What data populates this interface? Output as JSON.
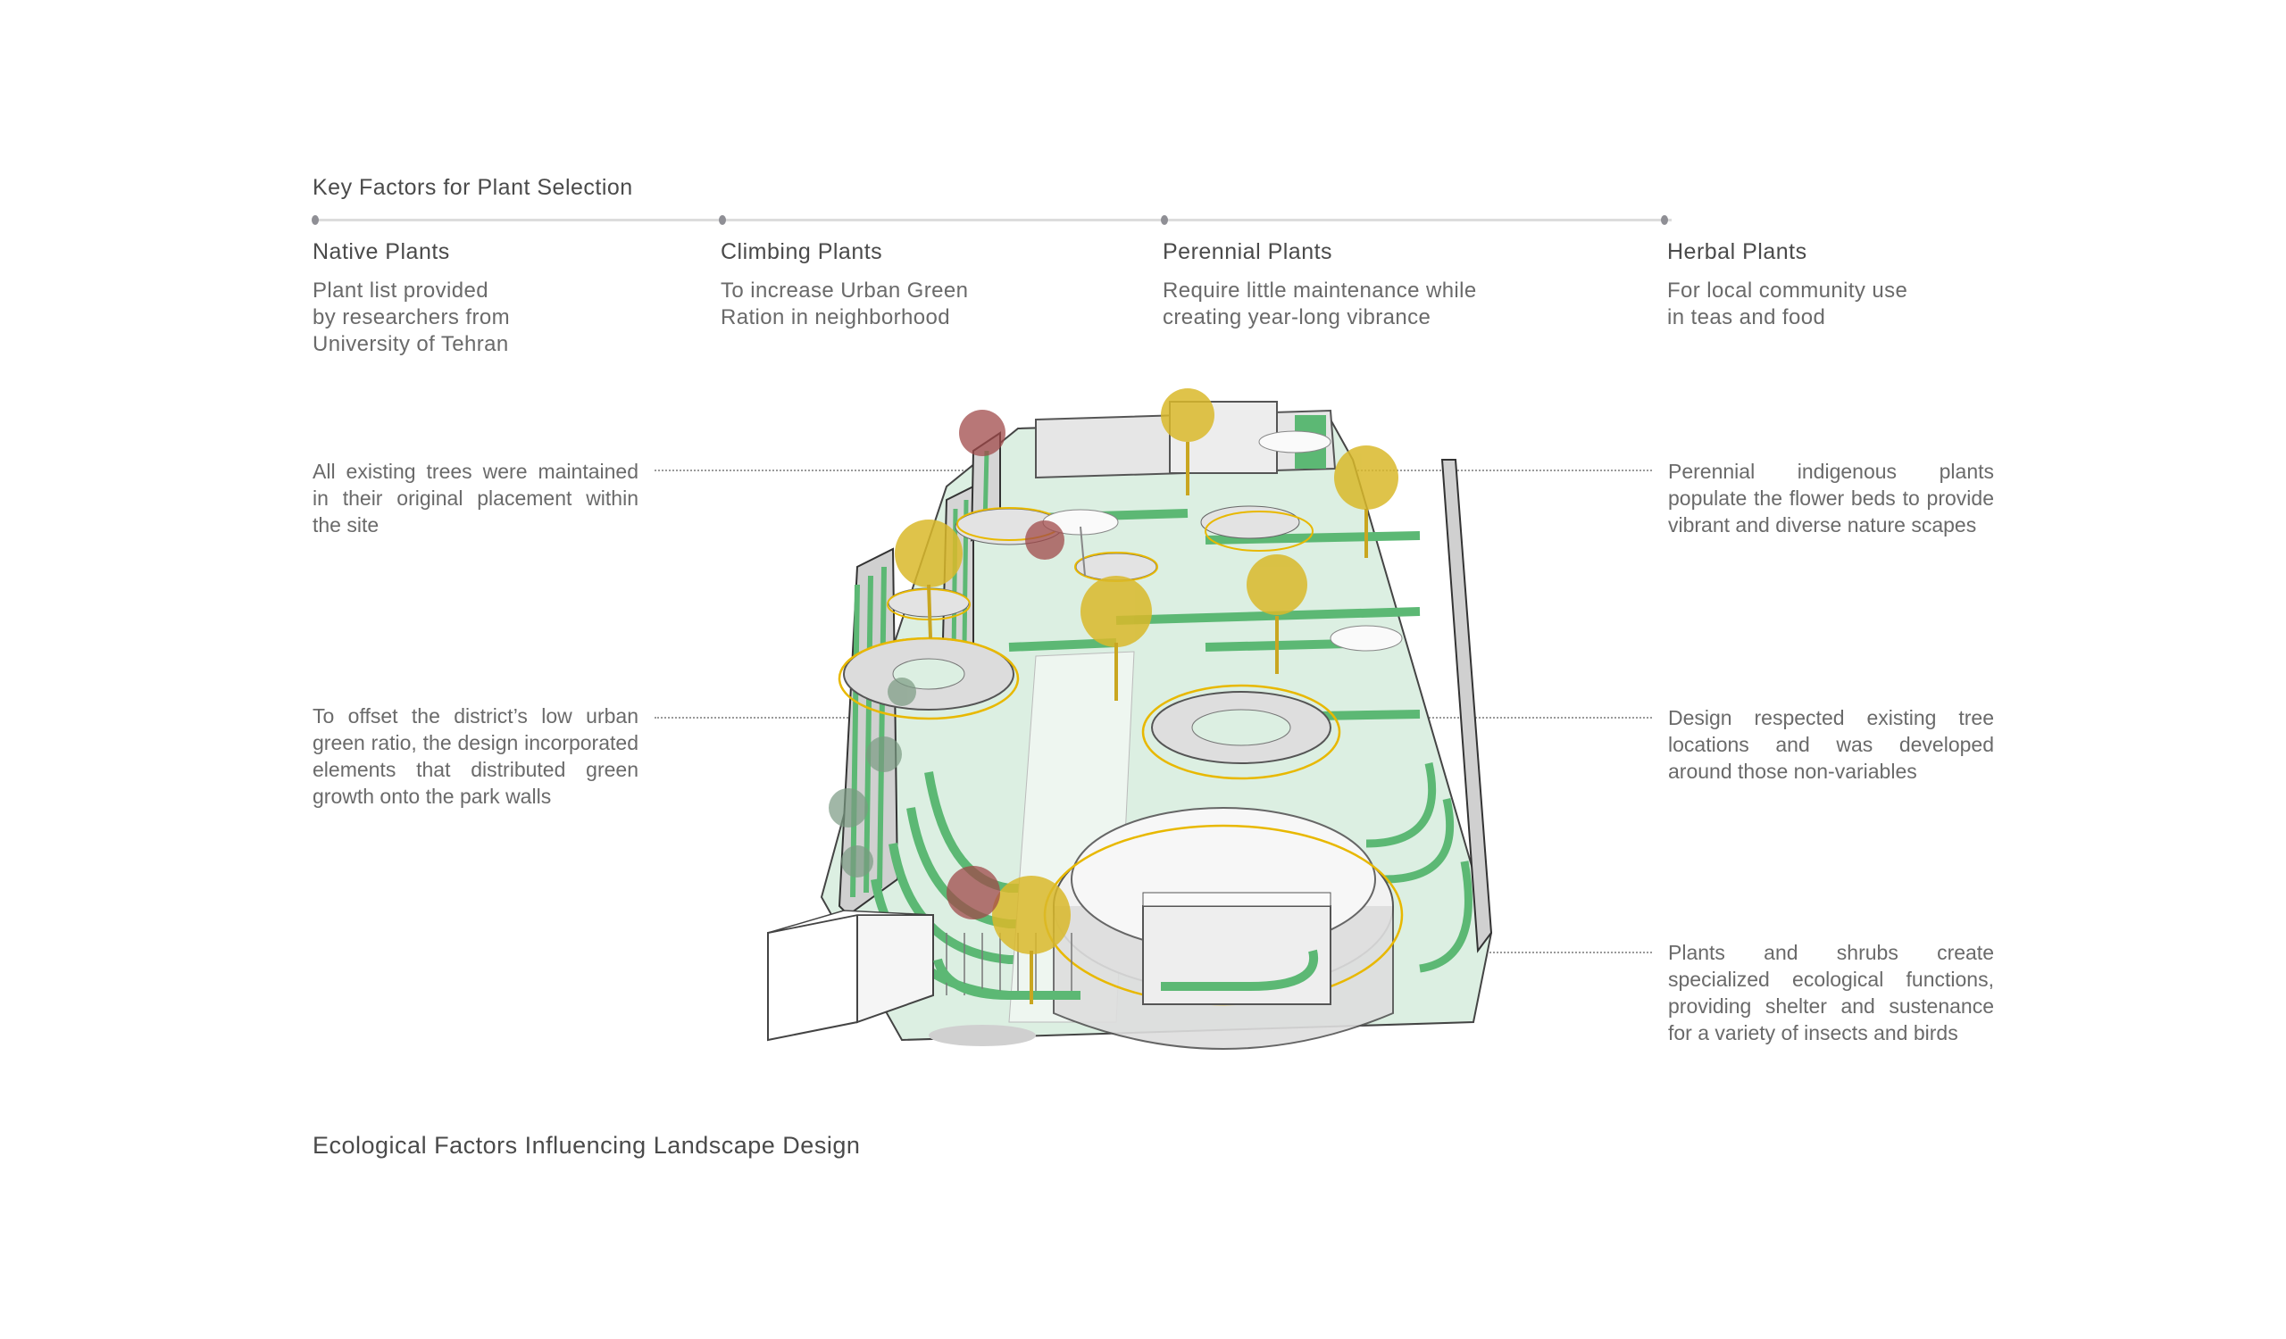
{
  "header": {
    "title": "Key Factors for Plant Selection"
  },
  "factors": [
    {
      "title": "Native Plants",
      "description": "Plant list provided\nby researchers from\nUniversity of Tehran"
    },
    {
      "title": "Climbing Plants",
      "description": "To increase Urban Green\nRation in neighborhood"
    },
    {
      "title": "Perennial Plants",
      "description": "Require little maintenance while\ncreating year-long vibrance"
    },
    {
      "title": "Herbal Plants",
      "description": "For local community use\nin teas and food"
    }
  ],
  "annotations": {
    "left": [
      {
        "text": "All existing trees were maintained in their original placement within the site"
      },
      {
        "text": "To offset the district’s low urban green ratio, the design incorporated elements that distributed green growth onto the park walls"
      }
    ],
    "right": [
      {
        "text": "Perennial indigenous plants populate the flower beds to provide vibrant and diverse nature scapes"
      },
      {
        "text": "Design respected existing tree locations and was developed around those non-variables"
      },
      {
        "text": "Plants and shrubs create specialized ecological functions, providing shelter and sustenance for a variety of insects and birds"
      }
    ]
  },
  "footer": {
    "caption": "Ecological Factors Influencing Landscape Design"
  },
  "colors": {
    "timeline_line": "#dcdcdc",
    "timeline_dot": "#8f8f95",
    "planting_green": "#5cb874",
    "ground_green": "#d4ebdb",
    "tree_yellow": "#d9b92a",
    "highlight_ring": "#e8b800",
    "wall_grey": "#c9c9c9"
  }
}
